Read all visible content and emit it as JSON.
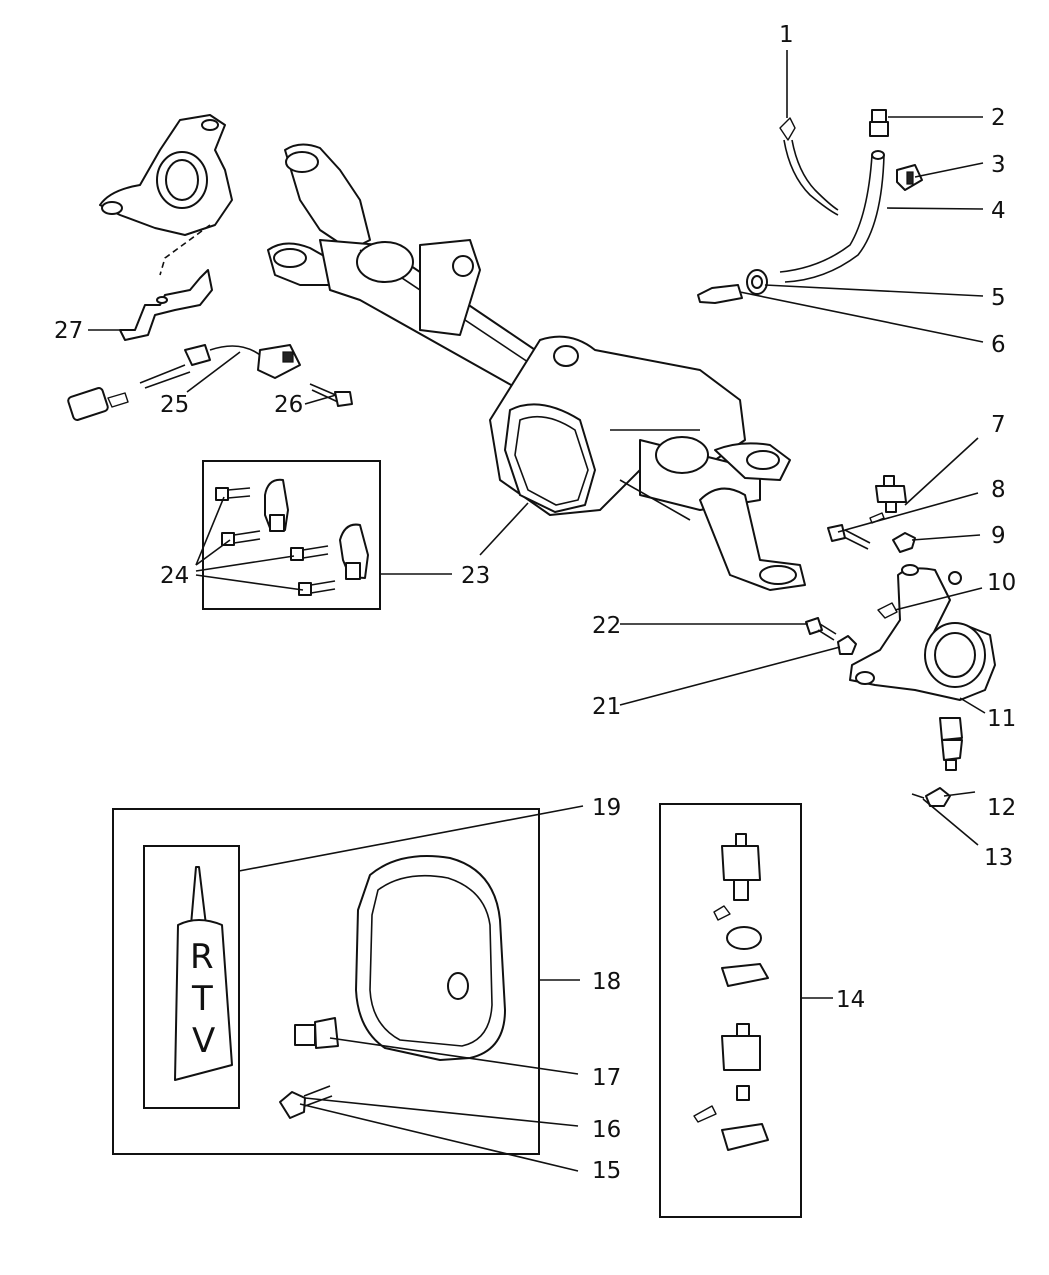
{
  "callouts": [
    {
      "id": "c1",
      "label": "1"
    },
    {
      "id": "c2",
      "label": "2"
    },
    {
      "id": "c3",
      "label": "3"
    },
    {
      "id": "c4",
      "label": "4"
    },
    {
      "id": "c5",
      "label": "5"
    },
    {
      "id": "c6",
      "label": "6"
    },
    {
      "id": "c7",
      "label": "7"
    },
    {
      "id": "c8",
      "label": "8"
    },
    {
      "id": "c9",
      "label": "9"
    },
    {
      "id": "c10",
      "label": "10"
    },
    {
      "id": "c11",
      "label": "11"
    },
    {
      "id": "c12",
      "label": "12"
    },
    {
      "id": "c13",
      "label": "13"
    },
    {
      "id": "c14",
      "label": "14"
    },
    {
      "id": "c15",
      "label": "15"
    },
    {
      "id": "c16",
      "label": "16"
    },
    {
      "id": "c17",
      "label": "17"
    },
    {
      "id": "c18",
      "label": "18"
    },
    {
      "id": "c19",
      "label": "19"
    },
    {
      "id": "c21",
      "label": "21"
    },
    {
      "id": "c22",
      "label": "22"
    },
    {
      "id": "c23a",
      "label": "23"
    },
    {
      "id": "c23b",
      "label": "23"
    },
    {
      "id": "c24",
      "label": "24"
    },
    {
      "id": "c25",
      "label": "25"
    },
    {
      "id": "c26",
      "label": "26"
    },
    {
      "id": "c27",
      "label": "27"
    }
  ],
  "rtv_tube_letters": [
    "R",
    "T",
    "V"
  ]
}
